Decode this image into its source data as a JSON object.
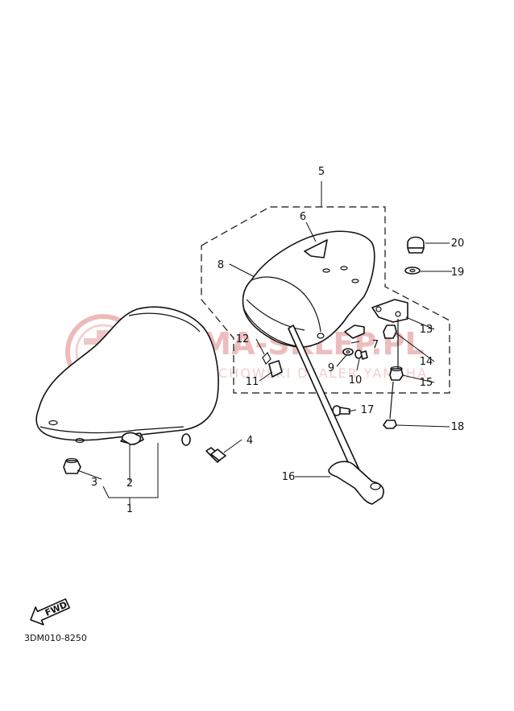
{
  "watermark": {
    "brand_text": "YAMA-SKLEP.PL",
    "sub_text": "WOJCIECHOWSKI DEALER YAMAHA",
    "color": "#e8a3a3"
  },
  "callouts": {
    "c1": "1",
    "c2": "2",
    "c3": "3",
    "c4": "4",
    "c5": "5",
    "c6": "6",
    "c7": "7",
    "c8": "8",
    "c9": "9",
    "c10": "10",
    "c11": "11",
    "c12": "12",
    "c13": "13",
    "c14": "14",
    "c15": "15",
    "c16": "16",
    "c17": "17",
    "c18": "18",
    "c19": "19",
    "c20": "20"
  },
  "fwd_label": "FWD",
  "diagram_code": "3DM010-8250"
}
